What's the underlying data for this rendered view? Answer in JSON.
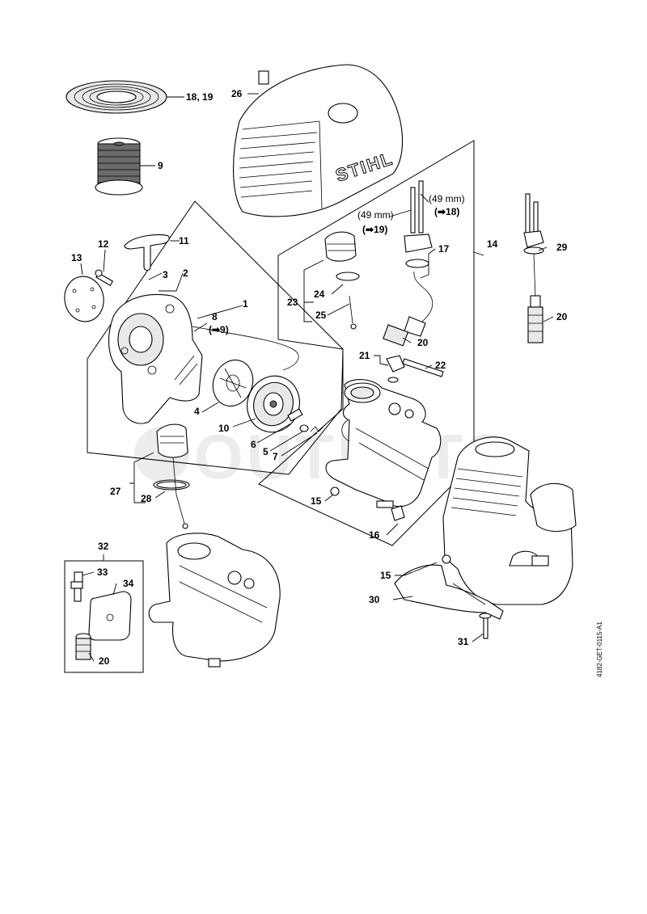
{
  "callouts": {
    "c1": "1",
    "c2": "2",
    "c3": "3",
    "c4": "4",
    "c5": "5",
    "c6": "6",
    "c7": "7",
    "c8": "8",
    "c8ref": "(➡9)",
    "c9": "9",
    "c10": "10",
    "c11": "11",
    "c12": "12",
    "c13": "13",
    "c14": "14",
    "c15a": "15",
    "c15b": "15",
    "c16": "16",
    "c17": "17",
    "c1819": "18, 19",
    "c20a": "20",
    "c20b": "20",
    "c20c": "20",
    "c21": "21",
    "c22": "22",
    "c23": "23",
    "c24": "24",
    "c25": "25",
    "c26": "26",
    "c27": "27",
    "c28": "28",
    "c29": "29",
    "c30": "30",
    "c31": "31",
    "c32": "32",
    "c33": "33",
    "c34": "34"
  },
  "notes": {
    "len19": "(49 mm)",
    "ref19": "(➡19)",
    "len18": "(49 mm)",
    "ref18": "(➡18)"
  },
  "brand_text": "STIHL",
  "watermark_text": "OUTLETS",
  "document_id": "4182-GET-0115-A1"
}
